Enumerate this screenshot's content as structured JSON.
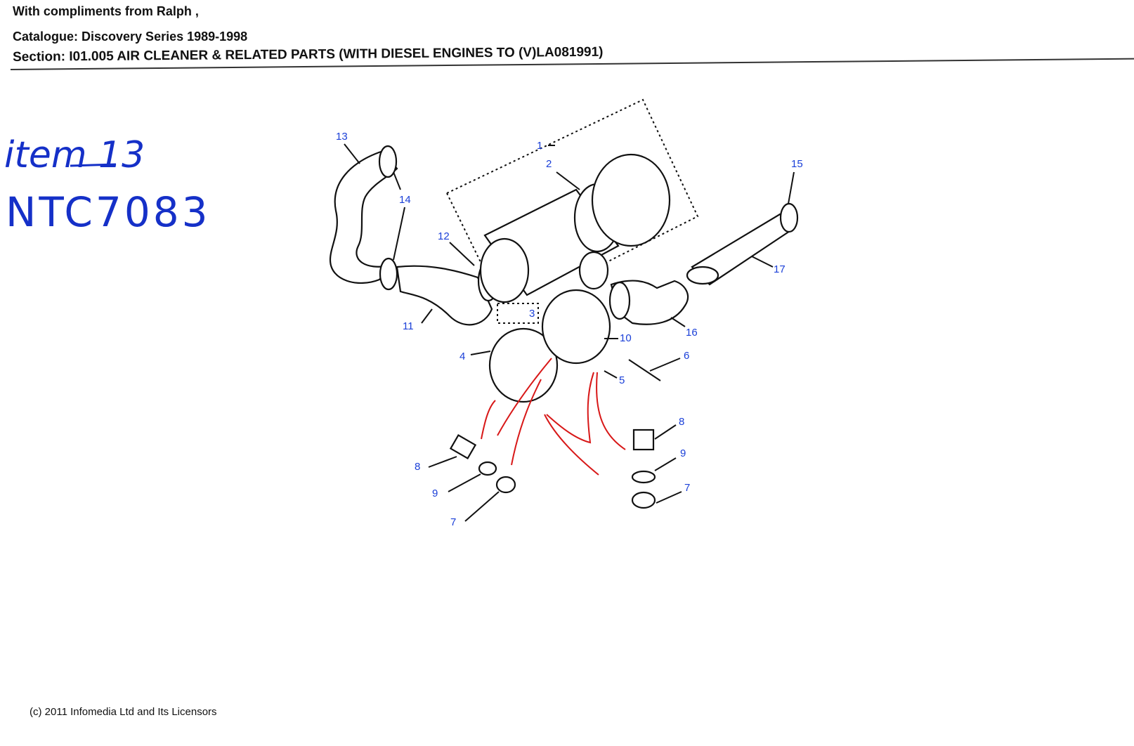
{
  "header": {
    "compliments": "With compliments from Ralph ,",
    "catalogue": "Catalogue: Discovery Series 1989-1998",
    "section": "Section: I01.005   AIR CLEANER &  RELATED PARTS (WITH DIESEL ENGINES TO (V)LA081991)"
  },
  "handwritten": {
    "item": "item 13",
    "part_number": "NTC7083"
  },
  "diagram": {
    "callouts": [
      "1",
      "2",
      "3",
      "4",
      "5",
      "6",
      "7",
      "7",
      "8",
      "8",
      "9",
      "9",
      "10",
      "11",
      "12",
      "13",
      "14",
      "15",
      "16",
      "17"
    ]
  },
  "footer": {
    "copyright": "(c) 2011 Infomedia Ltd and Its Licensors"
  },
  "colors": {
    "callout": "#1a3fd8",
    "handwriting": "#1530c8",
    "annotation_red": "#d81818"
  }
}
